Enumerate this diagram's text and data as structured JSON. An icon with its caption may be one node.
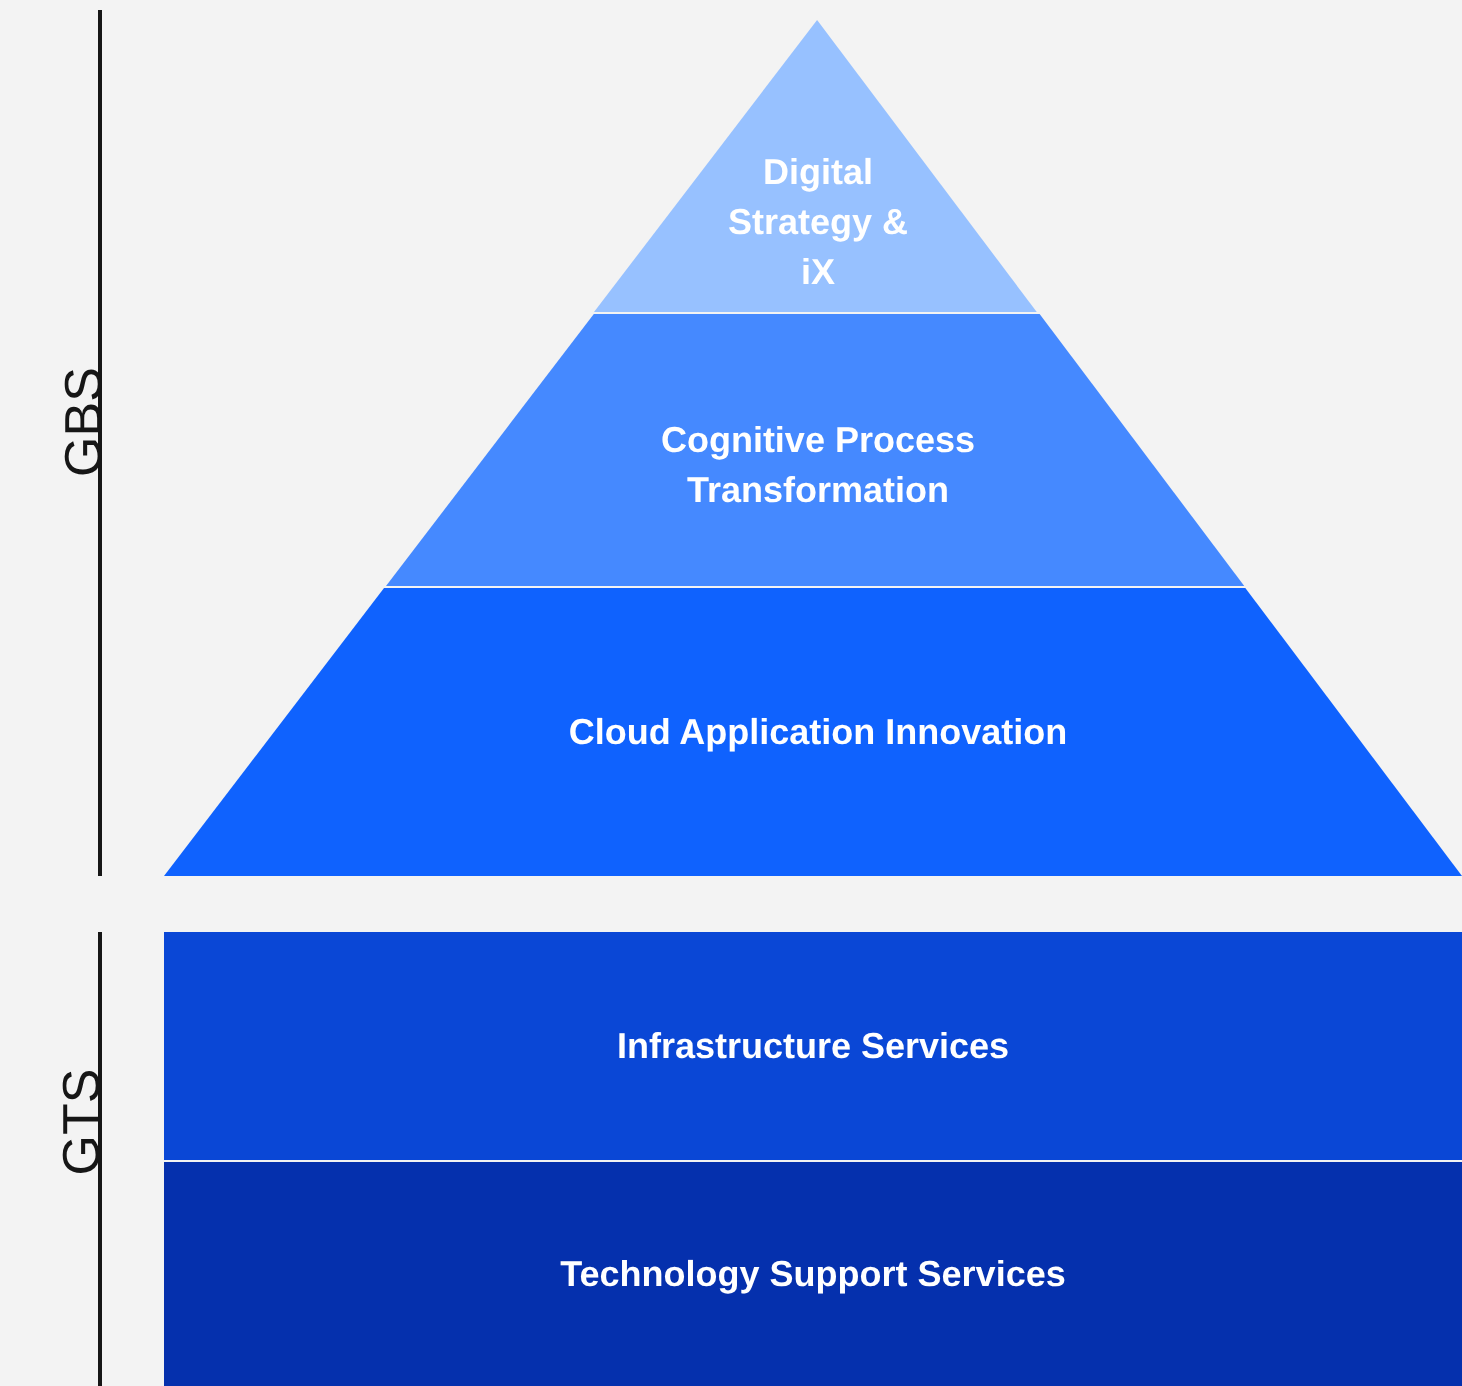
{
  "diagram": {
    "nodes": [
      {
        "text": [
          "Digital Strategy & iX"
        ]
      },
      {
        "text": [
          "Cognitive Process Transformation"
        ]
      },
      {
        "text": [
          "Cloud Application Innovation"
        ]
      },
      {
        "text": [
          "Infrastructure Services"
        ]
      },
      {
        "text": [
          "Technology Support Services"
        ]
      }
    ],
    "labels": [
      "GBS",
      "GTS"
    ]
  }
}
